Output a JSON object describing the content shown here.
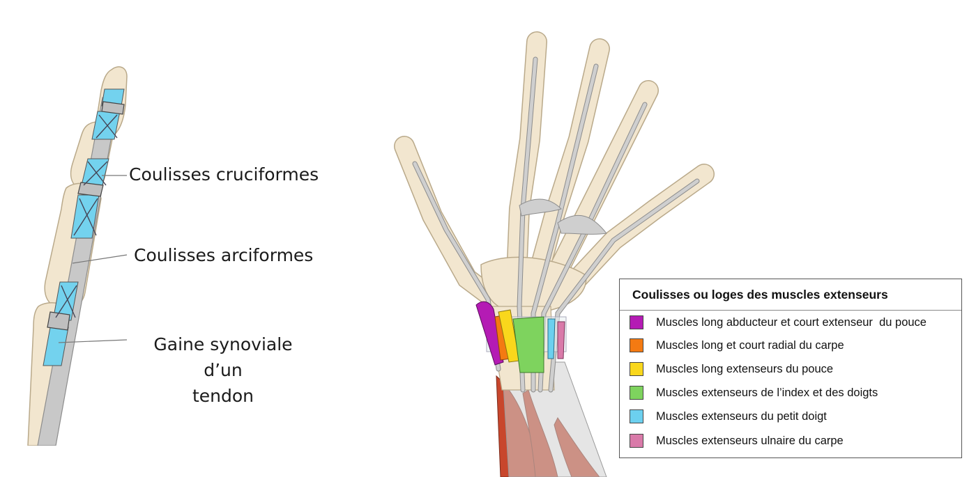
{
  "labels": {
    "cruciform": "Coulisses cruciformes",
    "arciform": "Coulisses arciformes",
    "sheath_line1": "Gaine synoviale d’un",
    "sheath_line2": "tendon"
  },
  "legend": {
    "title": "Coulisses ou loges des muscles extenseurs",
    "items": [
      {
        "label": "Muscles long abducteur et court extenseur  du pouce",
        "color": "#b41bb4"
      },
      {
        "label": "Muscles long et court radial du carpe",
        "color": "#f47a12"
      },
      {
        "label": "Muscles long extenseurs du pouce",
        "color": "#f9d71c"
      },
      {
        "label": "Muscles extenseurs de l’index et des doigts",
        "color": "#7ed35e"
      },
      {
        "label": "Muscles extenseurs du petit doigt",
        "color": "#6cd0ef"
      },
      {
        "label": "Muscles extenseurs ulnaire du carpe",
        "color": "#d97aa9"
      }
    ]
  },
  "colors": {
    "bone": "#f2e6cf",
    "bone_outline": "#b9a98a",
    "tendon": "#c8c8c8",
    "tendon_outline": "#8c8c8c",
    "sheath": "#73d2ee",
    "muscle": "#c8462c"
  }
}
